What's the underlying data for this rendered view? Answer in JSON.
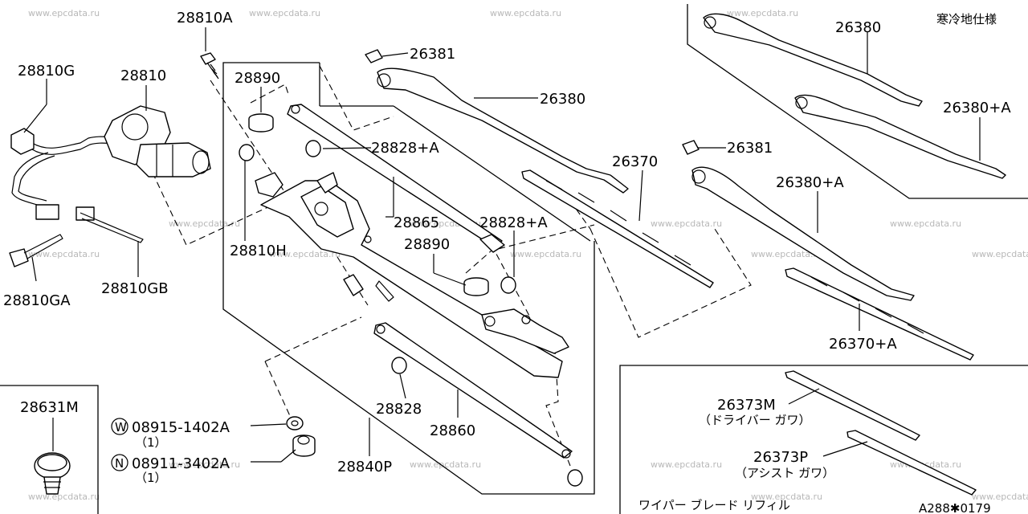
{
  "watermark": "www.epcdata.ru",
  "corner_note": "寒冷地仕様",
  "refill_title": "ワイパー ブレード リフィル",
  "diagram_code": "A288✱0179",
  "parts": {
    "p28810A": "28810A",
    "p28810G": "28810G",
    "p28810": "28810",
    "p28890_top": "28890",
    "p28828A_top": "28828+A",
    "p28865": "28865",
    "p28810H": "28810H",
    "p28810GA": "28810GA",
    "p28810GB": "28810GB",
    "p28631M": "28631M",
    "p26381_top": "26381",
    "p26380_mid": "26380",
    "p26370": "26370",
    "p28828A_mid": "28828+A",
    "p28890_mid": "28890",
    "p28828": "28828",
    "p28860": "28860",
    "p28840P": "28840P",
    "p26381_right": "26381",
    "p26380A_right": "26380+A",
    "p26370A": "26370+A",
    "p26380_top": "26380",
    "p26380A_top": "26380+A",
    "p26373M": "26373M",
    "p26373M_note": "（ドライバー ガワ）",
    "p26373P": "26373P",
    "p26373P_note": "（アシスト ガワ）"
  },
  "fasteners": [
    {
      "symbol": "W",
      "part": "08915-1402A",
      "qty": "（1）"
    },
    {
      "symbol": "N",
      "part": "08911-3402A",
      "qty": "（1）"
    }
  ]
}
